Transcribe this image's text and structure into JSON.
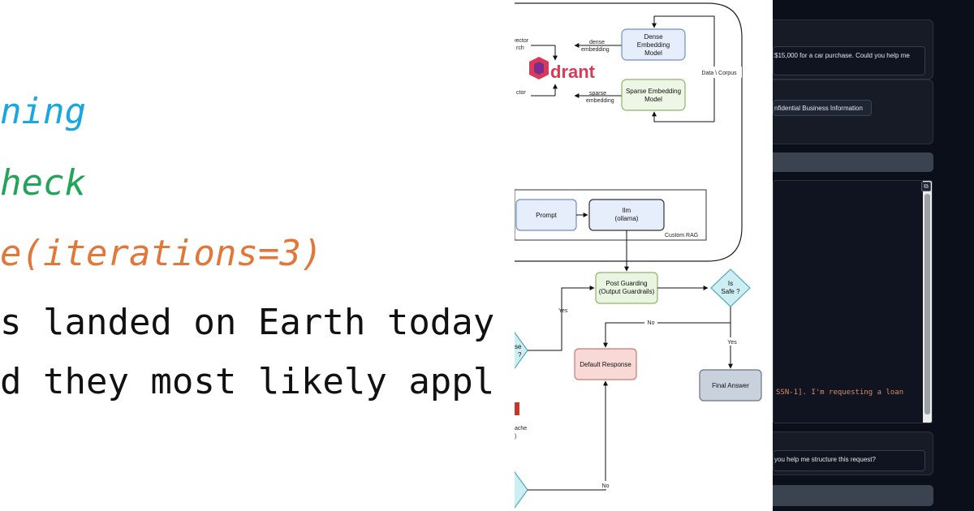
{
  "code": {
    "line1": "ning",
    "line2": "heck",
    "line3": "e(iterations=3)",
    "line4": "s landed on Earth today",
    "line5": "d they most likely appl"
  },
  "diagram": {
    "left_vector_1": "vector",
    "left_vector_2": "rch",
    "left_vector_3": "ctor",
    "dense_edge_1": "dense",
    "dense_edge_2": "embedding",
    "sparse_edge_1": "sparse",
    "sparse_edge_2": "embedding",
    "logo": "drant",
    "dense_model_1": "Dense",
    "dense_model_2": "Embedding",
    "dense_model_3": "Model",
    "sparse_model_1": "Sparse Embedding",
    "sparse_model_2": "Model",
    "corpus": "Data \\ Corpus",
    "prompt": "Prompt",
    "llm_1": "llm",
    "llm_2": "(ollama)",
    "custom_rag": "Custom RAG",
    "post_guard_1": "Post Guarding",
    "post_guard_2": "(Output Guardrails)",
    "is_safe_1": "Is",
    "is_safe_2": "Safe ?",
    "yes_left": "Yes",
    "no_top": "No",
    "yes_right": "Yes",
    "default_response": "Default Response",
    "final_answer": "Final Answer",
    "cut_diamond_text_1": "se",
    "cut_diamond_text_2": "?",
    "cache_1": "ache",
    "cache_2": ")",
    "no_bottom": "No"
  },
  "ui": {
    "input_text": "$15,000 for a car purchase. Could you help me",
    "chip_label": "nfidential Business Information",
    "output_text": "SSN-1]. I'm requesting a loan",
    "bottom_input_text": "you help me structure this request?",
    "copy_icon": "⧉"
  },
  "colors": {
    "code_blue": "#1aa7e0",
    "code_green": "#22a559",
    "code_orange": "#e2773a",
    "qdrant_red": "#d83a57",
    "ui_bg": "#0b0f19",
    "output_orange": "#d98b67"
  }
}
